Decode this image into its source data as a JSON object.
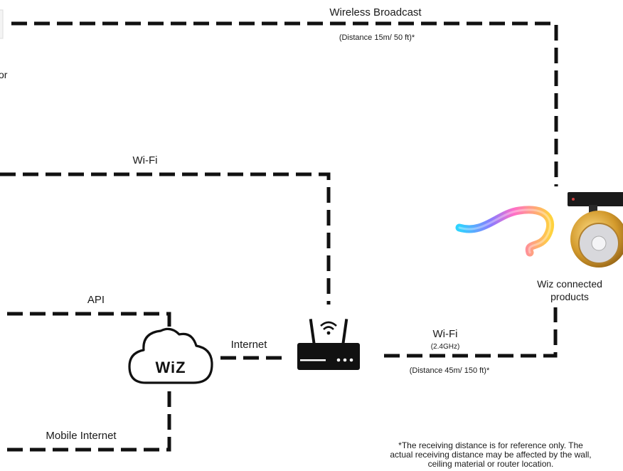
{
  "connections": {
    "wireless_broadcast": {
      "label": "Wireless Broadcast",
      "distance": "(Distance 15m/ 50 ft)*"
    },
    "wifi_top": {
      "label": "Wi-Fi"
    },
    "api": {
      "label": "API"
    },
    "internet": {
      "label": "Internet"
    },
    "wifi_router": {
      "label": "Wi-Fi",
      "band": "(2.4GHz)",
      "distance": "(Distance 45m/ 150 ft)*"
    },
    "mobile_internet": {
      "label": "Mobile Internet"
    }
  },
  "left_cut_text": "or",
  "cloud": {
    "logo_text": "WiZ"
  },
  "products": {
    "label_line1": "Wiz connected",
    "label_line2": "products"
  },
  "footnote": {
    "line1": "*The receiving distance is for reference only. The",
    "line2": "actual receiving distance may be affected by the wall,",
    "line3": "ceiling material or router location."
  },
  "colors": {
    "line": "#111111",
    "gold": "#c9962a",
    "strip_gradient": [
      "#ff6ec7",
      "#8b7bff",
      "#2fd3ff",
      "#ffd23f"
    ]
  },
  "icons": [
    "router-icon",
    "cloud-icon",
    "led-strip-image",
    "track-spotlight-image"
  ]
}
